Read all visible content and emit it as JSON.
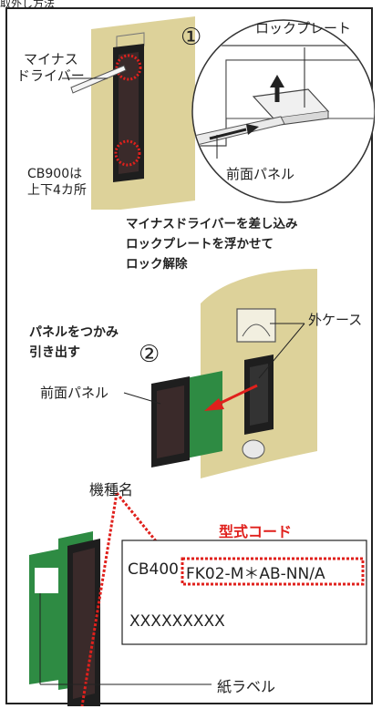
{
  "top_caption": "取外し方法",
  "step1": {
    "number": "①",
    "minus_driver_line1": "マイナス",
    "minus_driver_line2": "ドライバー",
    "lock_plate": "ロックプレート",
    "front_panel": "前面パネル",
    "cb900_line1": "CB900は",
    "cb900_line2": "上下4カ所",
    "instruction_line1": "マイナスドライバーを差し込み",
    "instruction_line2": "ロックプレートを浮かせて",
    "instruction_line3": "ロック解除"
  },
  "step2": {
    "number": "②",
    "pull_line1": "パネルをつかみ",
    "pull_line2": "引き出す",
    "outer_case": "外ケース",
    "front_panel": "前面パネル"
  },
  "label_section": {
    "model_name": "機種名",
    "type_code_title": "型式コード",
    "code_prefix": "CB400",
    "code_highlight": "FK02-M＊AB-NN/A",
    "serial": "XXXXXXXXX",
    "paper_label": "紙ラベル"
  },
  "colors": {
    "beige": "#ddd29a",
    "green": "#2e8b43",
    "black_panel": "#1e1e1e",
    "red": "#e0201c"
  }
}
